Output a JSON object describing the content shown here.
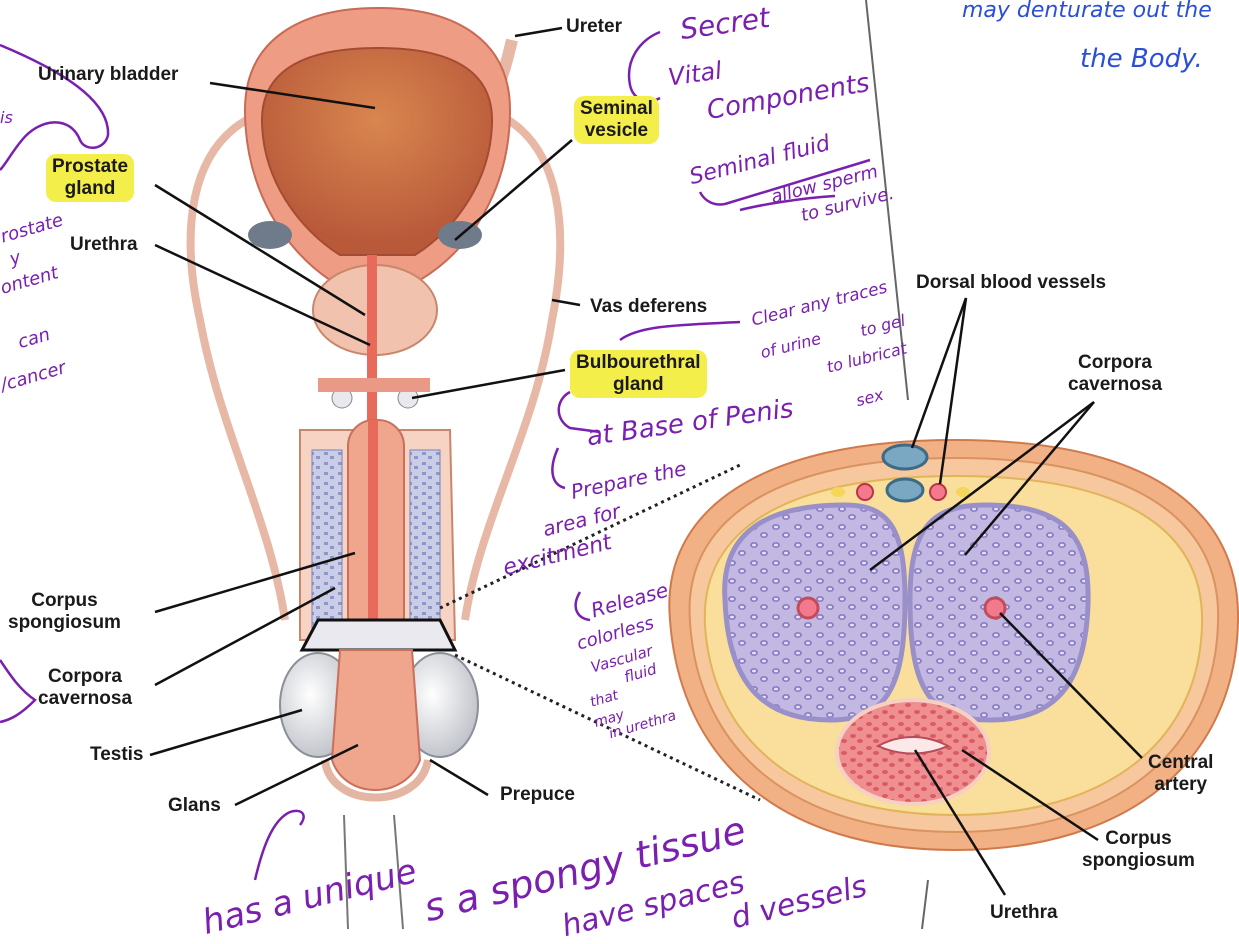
{
  "labels": {
    "ureter": "Ureter",
    "urinary_bladder": "Urinary bladder",
    "seminal_vesicle_1": "Seminal",
    "seminal_vesicle_2": "vesicle",
    "prostate_1": "Prostate",
    "prostate_2": "gland",
    "urethra_left": "Urethra",
    "vas_deferens": "Vas deferens",
    "bulbourethral_1": "Bulbourethral",
    "bulbourethral_2": "gland",
    "dorsal_blood_vessels": "Dorsal blood vessels",
    "corpora_cav_right_1": "Corpora",
    "corpora_cav_right_2": "cavernosa",
    "corpus_spong_left_1": "Corpus",
    "corpus_spong_left_2": "spongiosum",
    "corpora_cav_left_1": "Corpora",
    "corpora_cav_left_2": "cavernosa",
    "testis": "Testis",
    "glans": "Glans",
    "prepuce": "Prepuce",
    "central_artery_1": "Central",
    "central_artery_2": "artery",
    "corpus_spong_right_1": "Corpus",
    "corpus_spong_right_2": "spongiosum",
    "urethra_right": "Urethra"
  },
  "handwritten": {
    "top_right_1": "may denturate out the",
    "top_right_2": "the Body.",
    "secret": "Secret",
    "vital": "Vital",
    "components": "Components",
    "seminal_fluid": "Seminal fluid",
    "allow_sperm": "allow sperm",
    "to_survive": "to survive.",
    "clear_traces": "Clear any traces",
    "of_urine": "of urine",
    "to_gel": "to gel",
    "to_lubricate": "to lubricat",
    "sex": "sex",
    "base_of_penis": "at Base of Penis",
    "prepare": "Prepare the",
    "area_for": "area for",
    "excitement": "excitment",
    "release": "Release",
    "colorless": "colorless",
    "vascular": "Vascular",
    "fluid": "fluid",
    "that": "that",
    "may": "may",
    "in_urethra": "in urethra",
    "left_1": "is",
    "left_2": "rostate",
    "left_3": "y",
    "left_4": "ontent",
    "left_5": "can",
    "left_6": "/cancer",
    "bottom_1": "has a unique",
    "bottom_2": "s a spongy tissue",
    "bottom_3": "have spaces",
    "bottom_4": "d vessels"
  },
  "colors": {
    "highlight": "#f4ee4a",
    "annotation_purple": "#7a1fb0",
    "annotation_blue": "#2b4fd6",
    "tissue_pink": "#f2a98c",
    "cavernosa_purple": "#b9b0dd"
  }
}
